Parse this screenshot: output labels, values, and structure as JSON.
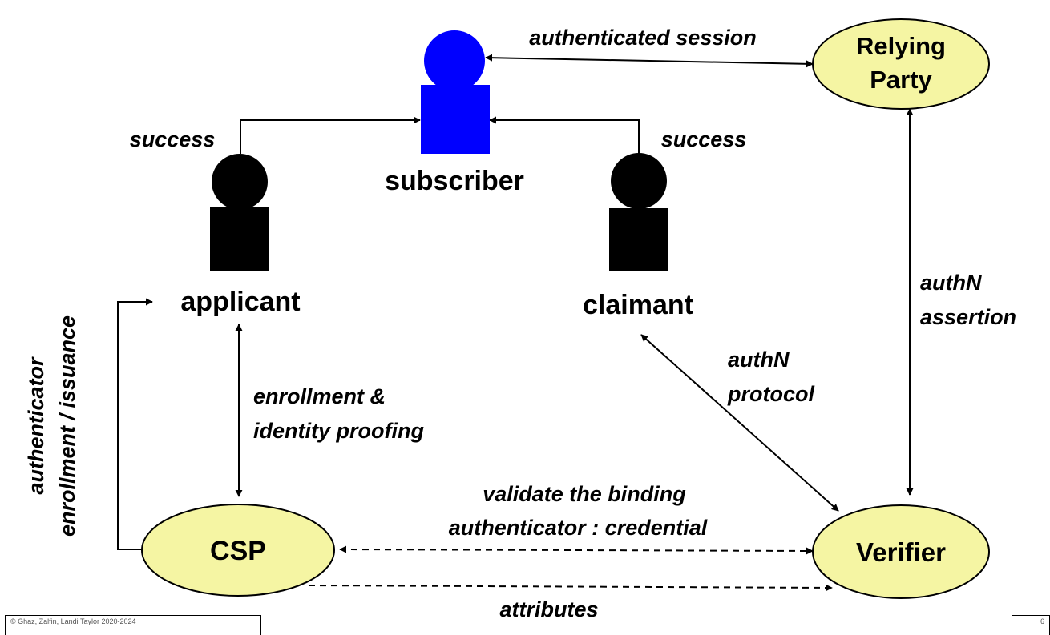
{
  "nodes": {
    "relying_party": {
      "line1": "Relying",
      "line2": "Party"
    },
    "csp": "CSP",
    "verifier": "Verifier",
    "subscriber": "subscriber",
    "applicant": "applicant",
    "claimant": "claimant"
  },
  "edges": {
    "authenticated_session": "authenticated session",
    "success_left": "success",
    "success_right": "success",
    "authn_assertion": {
      "line1": "authN",
      "line2": "assertion"
    },
    "authn_protocol": {
      "line1": "authN",
      "line2": "protocol"
    },
    "enrollment": {
      "line1": "enrollment &",
      "line2": "identity proofing"
    },
    "validate_binding": {
      "line1": "validate the binding",
      "line2": "authenticator : credential"
    },
    "attributes": "attributes",
    "authenticator_issuance": {
      "line1": "authenticator",
      "line2": "enrollment / issuance"
    }
  },
  "footer": {
    "left": "© Ghaz, Zalfin, Landi Taylor 2020-2024",
    "right": "6"
  },
  "colors": {
    "ellipse_fill": "#f5f5a3",
    "subscriber": "#0000ff",
    "person": "#000000"
  }
}
